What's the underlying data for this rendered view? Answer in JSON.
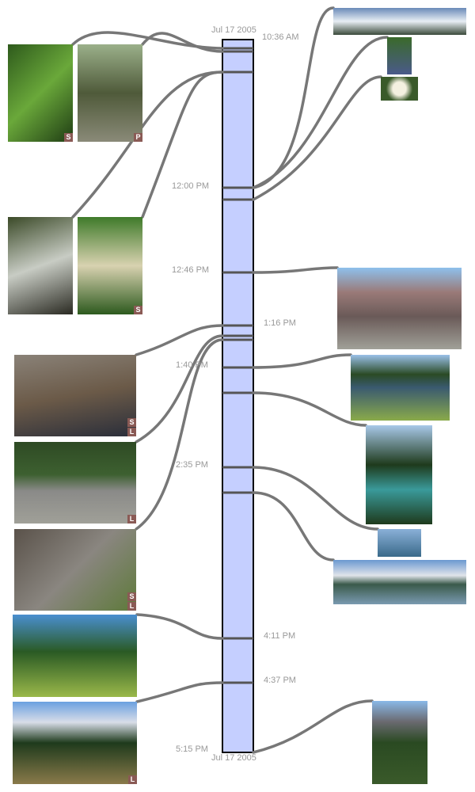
{
  "timeline": {
    "start_date": "Jul 17 2005",
    "end_date": "Jul 17 2005",
    "bar_color": "#c5cfff",
    "times": [
      "10:36 AM",
      "12:00 PM",
      "12:46 PM",
      "1:16 PM",
      "1:40 PM",
      "2:35 PM",
      "4:11 PM",
      "4:37 PM",
      "5:15 PM"
    ]
  },
  "photos": {
    "left": [
      {
        "name": "ferns",
        "badges": [
          "S"
        ]
      },
      {
        "name": "forest-trail",
        "badges": [
          "P"
        ]
      },
      {
        "name": "creek",
        "badges": []
      },
      {
        "name": "white-flowers",
        "badges": [
          "S"
        ]
      },
      {
        "name": "chipmunk",
        "badges": [
          "S",
          "L"
        ]
      },
      {
        "name": "hikers-resting",
        "badges": [
          "L"
        ]
      },
      {
        "name": "alpine-flowers",
        "badges": [
          "S",
          "L"
        ]
      },
      {
        "name": "meadow",
        "badges": []
      },
      {
        "name": "trail",
        "badges": [
          "L"
        ]
      }
    ]
  }
}
